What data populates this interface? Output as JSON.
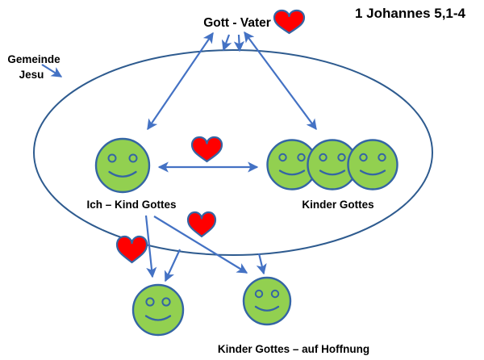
{
  "title": "1 Johannes 5,1-4",
  "labels": {
    "god": "Gott - Vater",
    "community_line1": "Gemeinde",
    "community_line2": "Jesu",
    "me": "Ich – Kind Gottes",
    "children": "Kinder Gottes",
    "children_hope": "Kinder Gottes – auf Hoffnung"
  },
  "colors": {
    "arrow_blue": "#4472C4",
    "outline_blue": "#3465A4",
    "ellipse_blue": "#2E5B8F",
    "smiley_green": "#92D050",
    "heart_red": "#FF0000",
    "text_black": "#000000"
  }
}
